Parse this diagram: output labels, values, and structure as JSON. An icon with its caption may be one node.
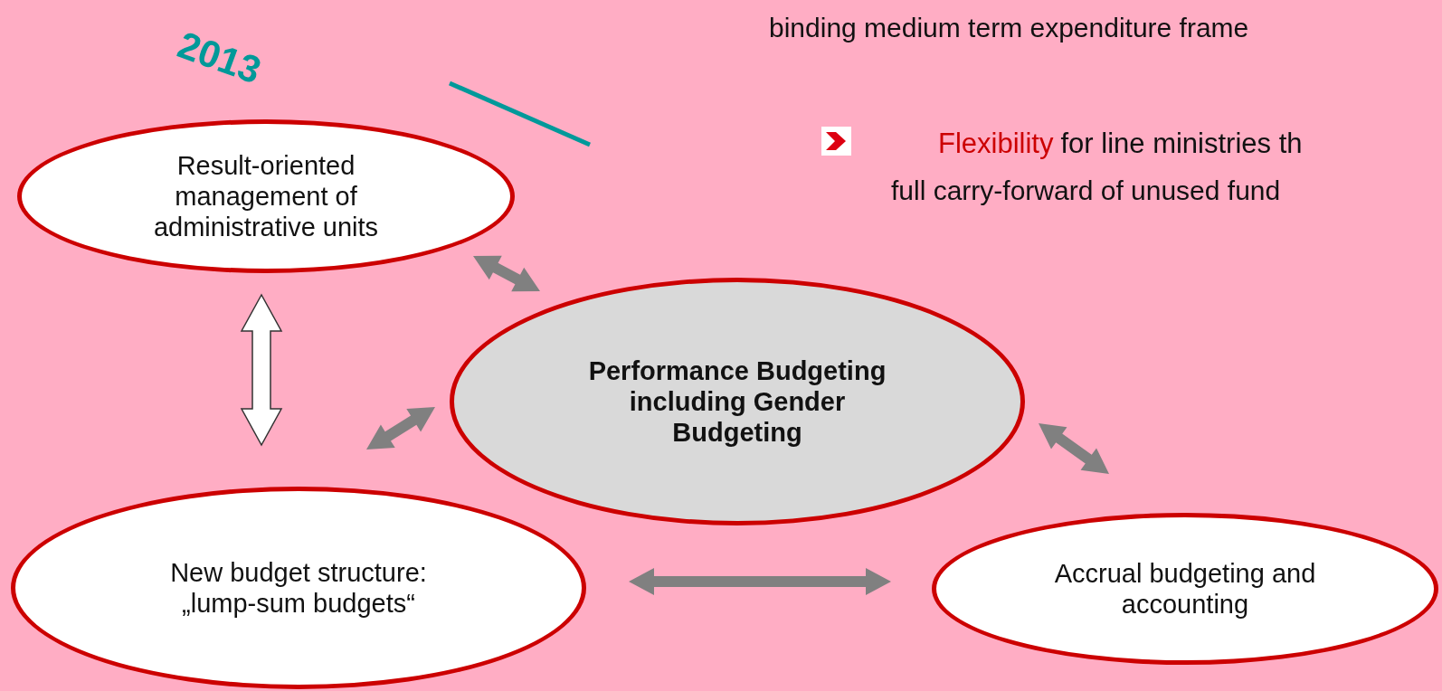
{
  "diagram": {
    "nodes": [
      {
        "text": [
          "Result-oriented management of administrative units"
        ]
      },
      {
        "text": [
          "Performance Budgeting including Gender Budgeting"
        ]
      },
      {
        "text": [
          "New budget structure: „lump-sum budgets“"
        ]
      },
      {
        "text": [
          "Accrual budgeting and accounting"
        ]
      }
    ],
    "edges": [
      {
        "from": 0,
        "to": 1,
        "arrow": "both"
      },
      {
        "from": 0,
        "to": 2,
        "arrow": "both",
        "style": "thick",
        "color": "#ffffff"
      },
      {
        "from": 2,
        "to": 1,
        "arrow": "both"
      },
      {
        "from": 1,
        "to": 3,
        "arrow": "both"
      },
      {
        "from": 2,
        "to": 3,
        "arrow": "both"
      }
    ],
    "labels": [
      "2013",
      "binding medium term expenditure frame",
      "Flexibility",
      "for line ministries th",
      "full carry-forward of unused fund"
    ]
  }
}
